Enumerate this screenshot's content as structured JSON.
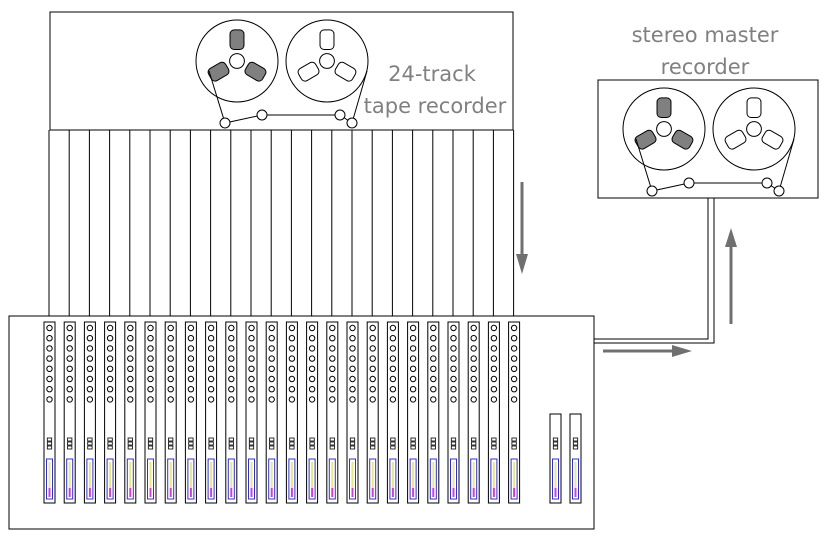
{
  "labels": {
    "multitrack": [
      "24-track",
      "tape recorder"
    ],
    "master": [
      "stereo master",
      "recorder"
    ]
  },
  "tracks": 24,
  "mixer_channels": 24,
  "master_channels": 2,
  "knobs_per_channel": 8,
  "colors": {
    "line": "#000000",
    "reel_fill": "#808080",
    "label": "#808080",
    "arrow": "#707070",
    "meter_yellow": "#e6e68a",
    "meter_blue": "#3030c8",
    "meter_magenta": "#d040d0"
  }
}
